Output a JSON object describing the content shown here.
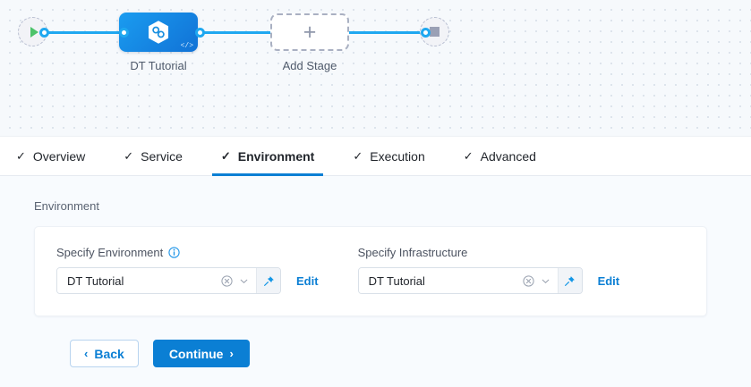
{
  "canvas": {
    "start_node": {
      "icon": "play-icon",
      "name": "pipeline-start"
    },
    "stage": {
      "label": "DT Tutorial",
      "icon": "harness-hexagon-icon",
      "code_glyph": "</>"
    },
    "add_stage": {
      "label": "Add Stage",
      "icon": "plus-icon"
    },
    "end_node": {
      "icon": "stop-icon",
      "name": "pipeline-end"
    },
    "edge_color": "#1fa8f0"
  },
  "tabs": [
    {
      "label": "Overview",
      "check": "✓",
      "active": false
    },
    {
      "label": "Service",
      "check": "✓",
      "active": false
    },
    {
      "label": "Environment",
      "check": "✓",
      "active": true
    },
    {
      "label": "Execution",
      "check": "✓",
      "active": false
    },
    {
      "label": "Advanced",
      "check": "✓",
      "active": false
    }
  ],
  "main": {
    "section_title": "Environment",
    "fields": [
      {
        "label": "Specify Environment",
        "has_info_icon": true,
        "value": "DT Tutorial",
        "clear_icon": "clear-circle-icon",
        "chevron_icon": "chevron-down-icon",
        "pin_icon": "pin-icon",
        "edit_label": "Edit"
      },
      {
        "label": "Specify Infrastructure",
        "has_info_icon": false,
        "value": "DT Tutorial",
        "clear_icon": "clear-circle-icon",
        "chevron_icon": "chevron-down-icon",
        "pin_icon": "pin-icon",
        "edit_label": "Edit"
      }
    ]
  },
  "footer": {
    "back_label": "Back",
    "back_chevron": "‹",
    "continue_label": "Continue",
    "continue_chevron": "›"
  },
  "colors": {
    "accent": "#0b7fd4",
    "edge": "#1fa8f0",
    "play": "#4dc36a",
    "stop": "#9aa0b5"
  }
}
